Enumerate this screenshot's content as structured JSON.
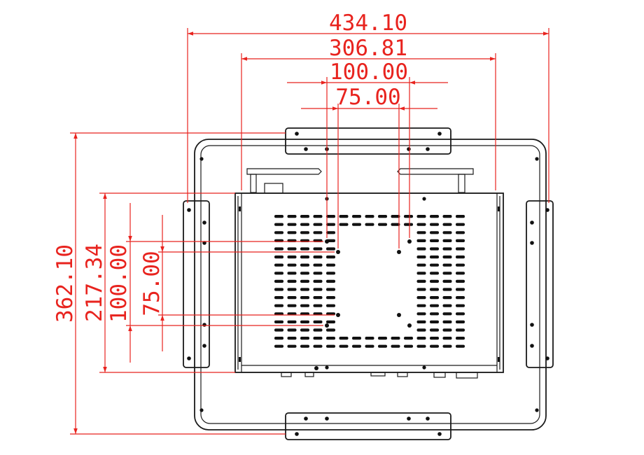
{
  "dimensions": {
    "overall_width": "434.10",
    "body_width": "306.81",
    "vesa_large_h": "100.00",
    "vesa_small_h": "75.00",
    "overall_height": "362.10",
    "body_height": "217.34",
    "vesa_large_v": "100.00",
    "vesa_small_v": "75.00"
  },
  "colors": {
    "dimension": "#e8231e",
    "outline": "#1a1a1a"
  }
}
